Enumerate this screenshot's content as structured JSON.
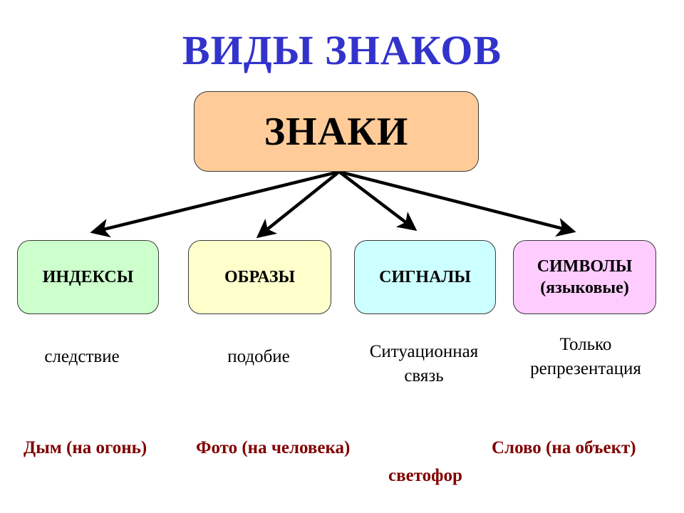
{
  "title": "ВИДЫ ЗНАКОВ",
  "root": {
    "label": "ЗНАКИ",
    "color": "#ffcc99"
  },
  "categories": [
    {
      "label": "ИНДЕКСЫ",
      "sublabel": "",
      "color": "#ccffcc",
      "description": [
        "следствие"
      ],
      "example": "Дым (на огонь)"
    },
    {
      "label": "ОБРАЗЫ",
      "sublabel": "",
      "color": "#ffffcc",
      "description": [
        "подобие"
      ],
      "example": "Фото (на человека)"
    },
    {
      "label": "СИГНАЛЫ",
      "sublabel": "",
      "color": "#ccffff",
      "description": [
        "Ситуационная",
        "связь"
      ],
      "example": "светофор"
    },
    {
      "label": "СИМВОЛЫ",
      "sublabel": "(языковые)",
      "color": "#ffccff",
      "description": [
        "Только",
        "репрезентация"
      ],
      "example": "Слово (на объект)"
    }
  ],
  "colors": {
    "title": "#3333cc",
    "example_text": "#800000",
    "arrow": "#000000"
  }
}
